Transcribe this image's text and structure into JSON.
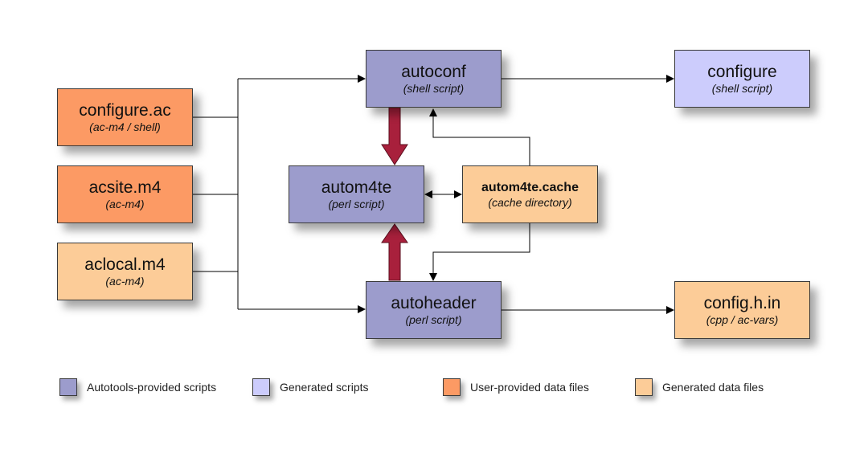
{
  "nodes": {
    "configure_ac": {
      "title": "configure.ac",
      "subtitle": "(ac-m4 / shell)"
    },
    "acsite_m4": {
      "title": "acsite.m4",
      "subtitle": "(ac-m4)"
    },
    "aclocal_m4": {
      "title": "aclocal.m4",
      "subtitle": "(ac-m4)"
    },
    "autoconf": {
      "title": "autoconf",
      "subtitle": "(shell script)"
    },
    "autom4te": {
      "title": "autom4te",
      "subtitle": "(perl script)"
    },
    "autom4te_cache": {
      "title": "autom4te.cache",
      "subtitle": "(cache directory)"
    },
    "autoheader": {
      "title": "autoheader",
      "subtitle": "(perl script)"
    },
    "configure": {
      "title": "configure",
      "subtitle": "(shell script)"
    },
    "config_h_in": {
      "title": "config.h.in",
      "subtitle": "(cpp / ac-vars)"
    }
  },
  "legend": [
    {
      "label": "Autotools-provided scripts",
      "color": "#9c9ccc"
    },
    {
      "label": "Generated scripts",
      "color": "#ccccfc"
    },
    {
      "label": "User-provided data files",
      "color": "#fc9a64"
    },
    {
      "label": "Generated data files",
      "color": "#fccc98"
    }
  ],
  "colors": {
    "line": "#000000",
    "thick_arrow": "#a8203c"
  }
}
